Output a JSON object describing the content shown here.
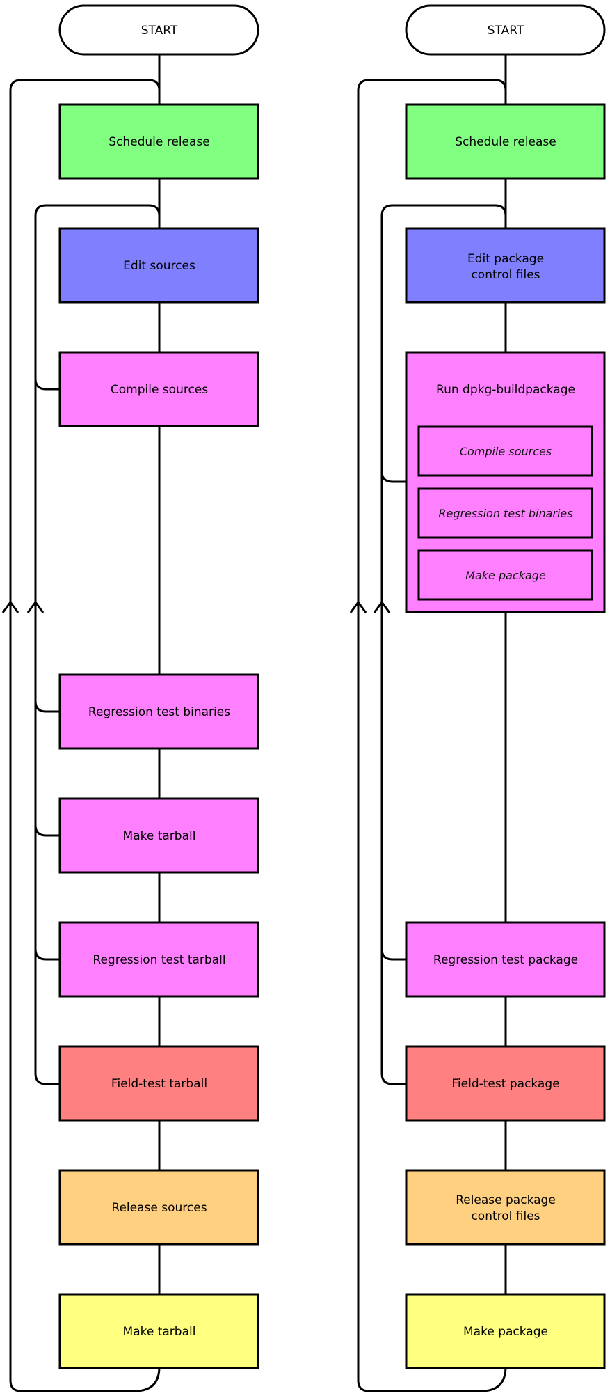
{
  "colors": {
    "green": "#80ff80",
    "blue": "#8080ff",
    "magenta": "#ff80ff",
    "red": "#ff8080",
    "orange": "#ffd080",
    "yellow": "#ffff80",
    "stroke": "#000000",
    "terminal": "#ffffff"
  },
  "left_flow": {
    "start": "START",
    "schedule_release": "Schedule release",
    "edit_sources": "Edit sources",
    "compile_sources": "Compile sources",
    "regression_test_binaries": "Regression test binaries",
    "make_tarball": "Make tarball",
    "regression_test_tarball": "Regression test tarball",
    "field_test_tarball": "Field-test tarball",
    "release_sources": "Release sources",
    "make_tarball_final": "Make tarball"
  },
  "right_flow": {
    "start": "START",
    "schedule_release": "Schedule release",
    "edit_package_control_files": [
      "Edit package",
      "control files"
    ],
    "run_dpkg_buildpackage": "Run dpkg-buildpackage",
    "sub_compile_sources": "Compile sources",
    "sub_regression_test_binaries": "Regression test binaries",
    "sub_make_package": "Make package",
    "regression_test_package": "Regression test package",
    "field_test_package": "Field-test package",
    "release_package_control_files": [
      "Release package",
      "control files"
    ],
    "make_package_final": "Make package"
  }
}
